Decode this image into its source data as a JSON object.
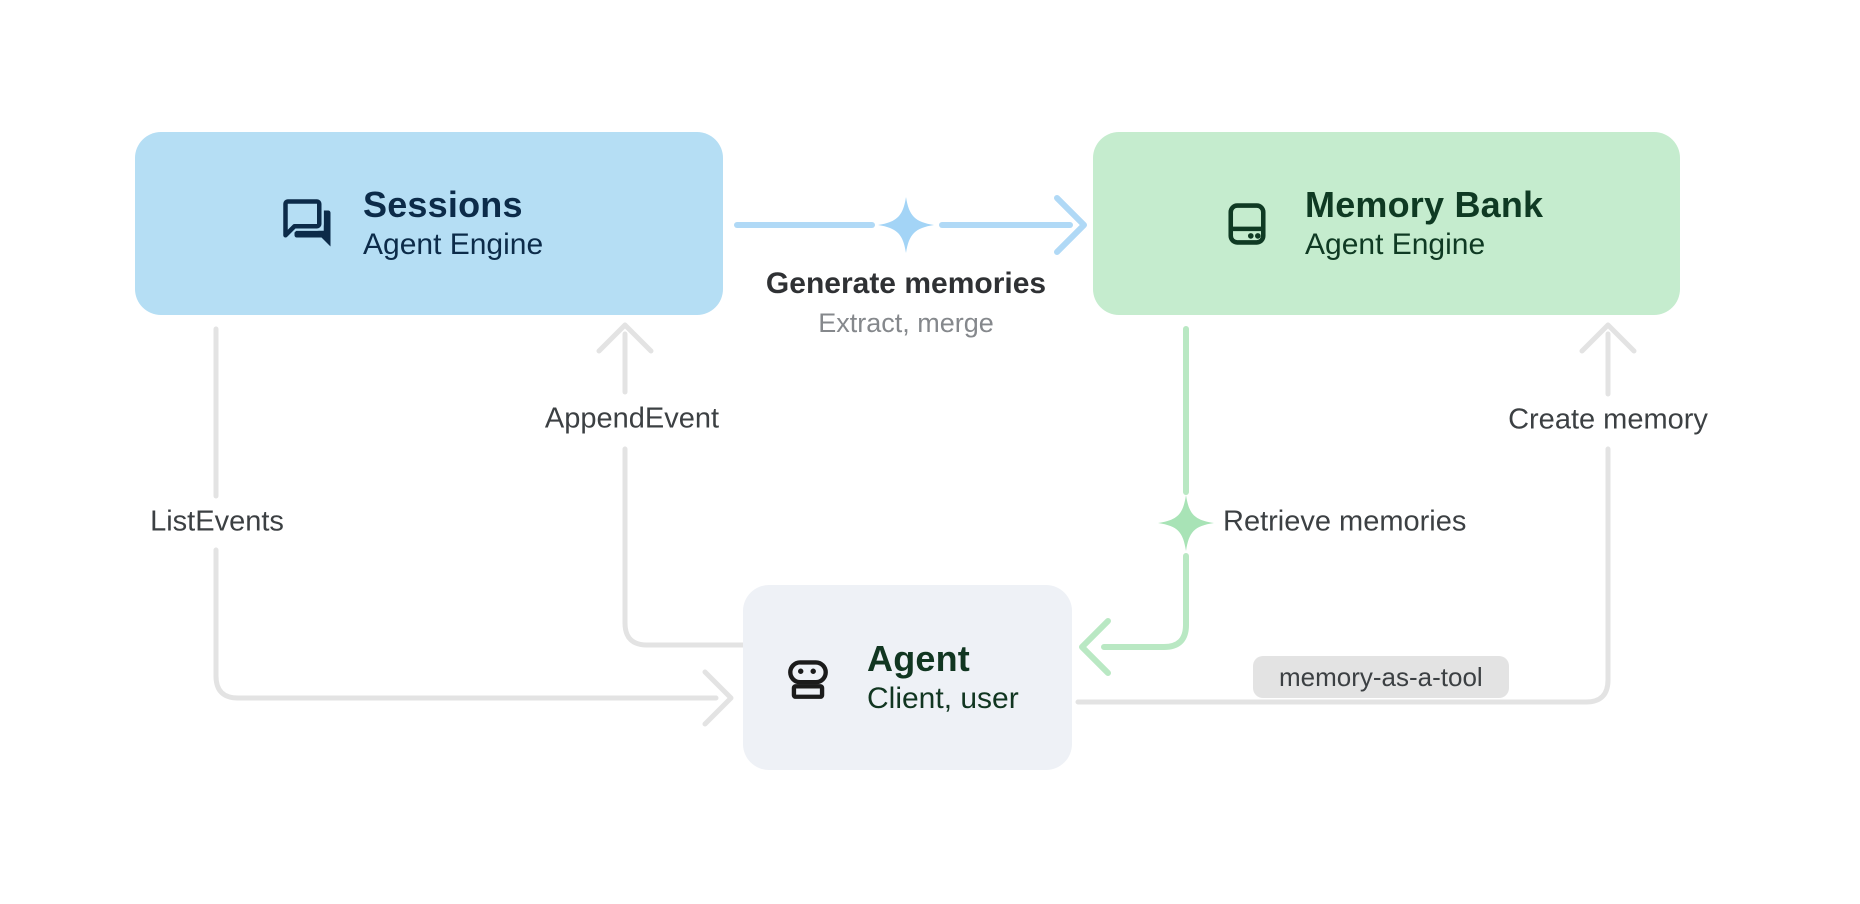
{
  "nodes": {
    "sessions": {
      "title": "Sessions",
      "subtitle": "Agent Engine"
    },
    "memory_bank": {
      "title": "Memory Bank",
      "subtitle": "Agent Engine"
    },
    "agent": {
      "title": "Agent",
      "subtitle": "Client, user"
    }
  },
  "edges": {
    "generate_memories": {
      "label": "Generate memories",
      "sublabel": "Extract, merge"
    },
    "append_event": {
      "label": "AppendEvent"
    },
    "list_events": {
      "label": "ListEvents"
    },
    "create_memory": {
      "label": "Create memory"
    },
    "retrieve_memories": {
      "label": "Retrieve memories"
    },
    "memory_as_a_tool": {
      "label": "memory-as-a-tool"
    }
  },
  "colors": {
    "sessions_fill": "#b5def4",
    "sessions_text": "#0c2b49",
    "memory_fill": "#c5ecce",
    "memory_text": "#0f3a23",
    "agent_fill": "#eef1f6",
    "agent_text": "#113621",
    "robot_icon": "#1b1b1b",
    "line_gray": "#e3e3e3",
    "line_blue": "#b0d9f6",
    "sparkle_blue": "#a3d4f6",
    "line_green": "#b9e8c3",
    "sparkle_green": "#a8e3b6",
    "label_text": "#3c4043",
    "sublabel_text": "#85888c",
    "badge_bg": "#e3e3e3",
    "badge_text": "#3c4043"
  }
}
